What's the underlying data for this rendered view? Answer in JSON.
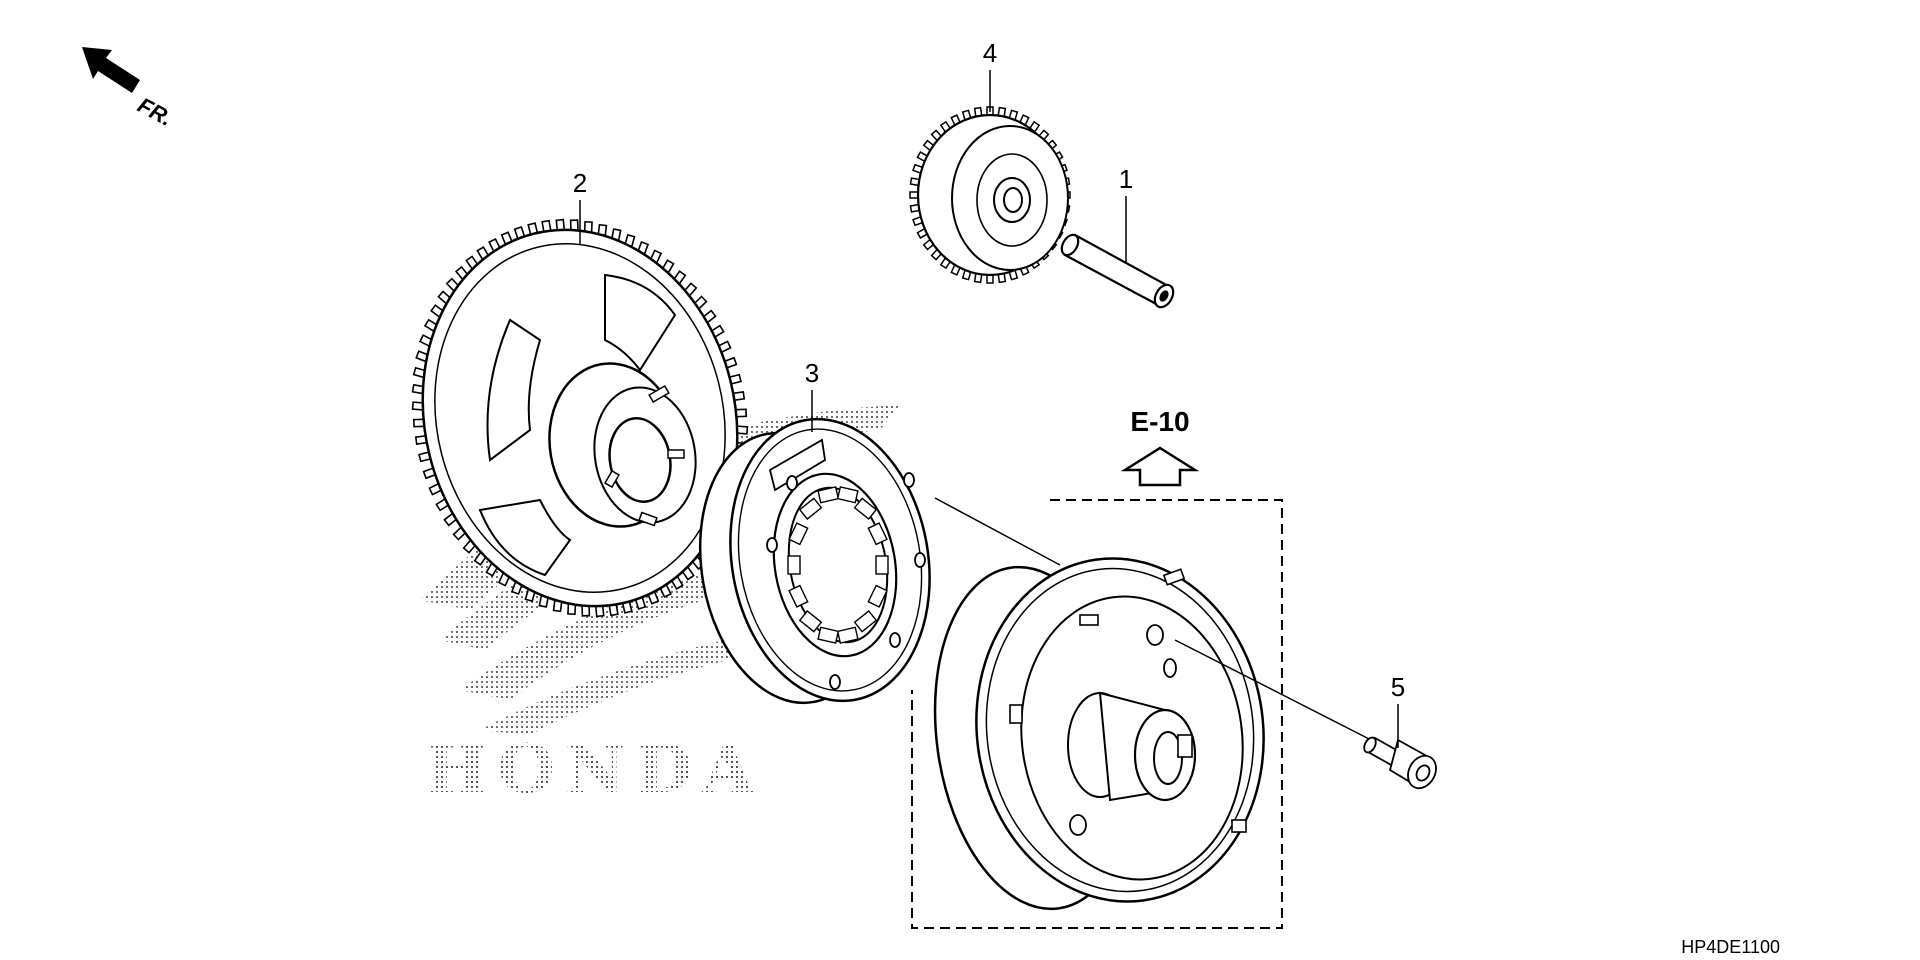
{
  "diagram": {
    "front_indicator": "FR.",
    "reference": "E-10",
    "drawing_code": "HP4DE1100",
    "watermark": "HONDA",
    "callouts": [
      {
        "id": "1",
        "part": "pin"
      },
      {
        "id": "2",
        "part": "starter-driven-gear"
      },
      {
        "id": "3",
        "part": "starter-clutch"
      },
      {
        "id": "4",
        "part": "starter-reduction-gear"
      },
      {
        "id": "5",
        "part": "flange-bolt"
      }
    ]
  }
}
